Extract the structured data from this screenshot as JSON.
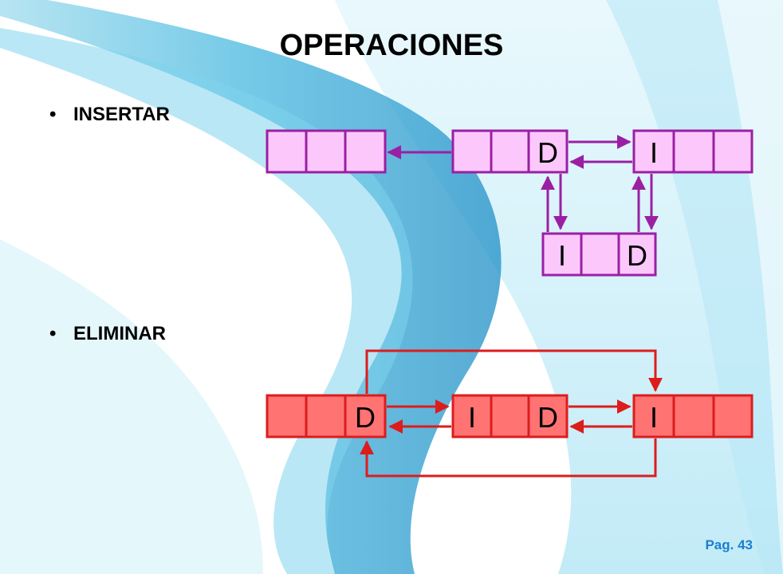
{
  "slide": {
    "title": "OPERACIONES",
    "bullets": [
      "INSERTAR",
      "ELIMINAR"
    ],
    "bullet_symbol": "•",
    "page_number": "Pag. 43"
  },
  "diagram": {
    "insert": {
      "color": "#9b1fa3",
      "fill": "#fcc8fc",
      "nodes": [
        {
          "cells": [
            "",
            "",
            ""
          ]
        },
        {
          "cells": [
            "",
            "",
            "D"
          ]
        },
        {
          "cells": [
            "I",
            "",
            ""
          ]
        },
        {
          "cells": [
            "I",
            "",
            "D"
          ]
        }
      ]
    },
    "delete": {
      "color": "#dd1c1c",
      "fill": "#ff7373",
      "nodes": [
        {
          "cells": [
            "",
            "",
            "D"
          ]
        },
        {
          "cells": [
            "I",
            "",
            "D"
          ]
        },
        {
          "cells": [
            "I",
            "",
            ""
          ]
        }
      ]
    }
  },
  "colors": {
    "wave_light": "#c8eef8",
    "wave_mid": "#6fcce8",
    "wave_dark": "#2c9fd0",
    "page_number": "#1a7fd0"
  }
}
